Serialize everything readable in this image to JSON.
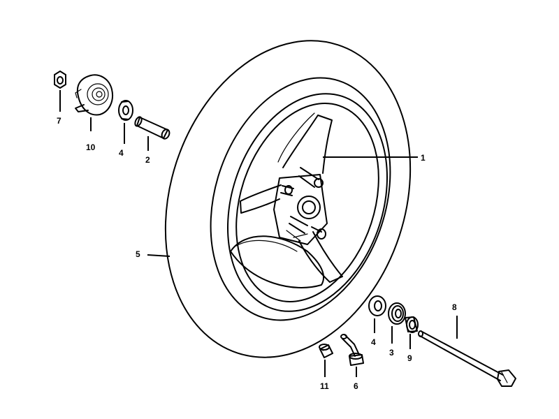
{
  "diagram": {
    "callouts": [
      {
        "id": "c1",
        "label": "1"
      },
      {
        "id": "c2",
        "label": "2"
      },
      {
        "id": "c3",
        "label": "3"
      },
      {
        "id": "c4a",
        "label": "4"
      },
      {
        "id": "c4b",
        "label": "4"
      },
      {
        "id": "c5",
        "label": "5"
      },
      {
        "id": "c6",
        "label": "6"
      },
      {
        "id": "c7",
        "label": "7"
      },
      {
        "id": "c8",
        "label": "8"
      },
      {
        "id": "c9",
        "label": "9"
      },
      {
        "id": "c10",
        "label": "10"
      },
      {
        "id": "c11",
        "label": "11"
      }
    ]
  }
}
